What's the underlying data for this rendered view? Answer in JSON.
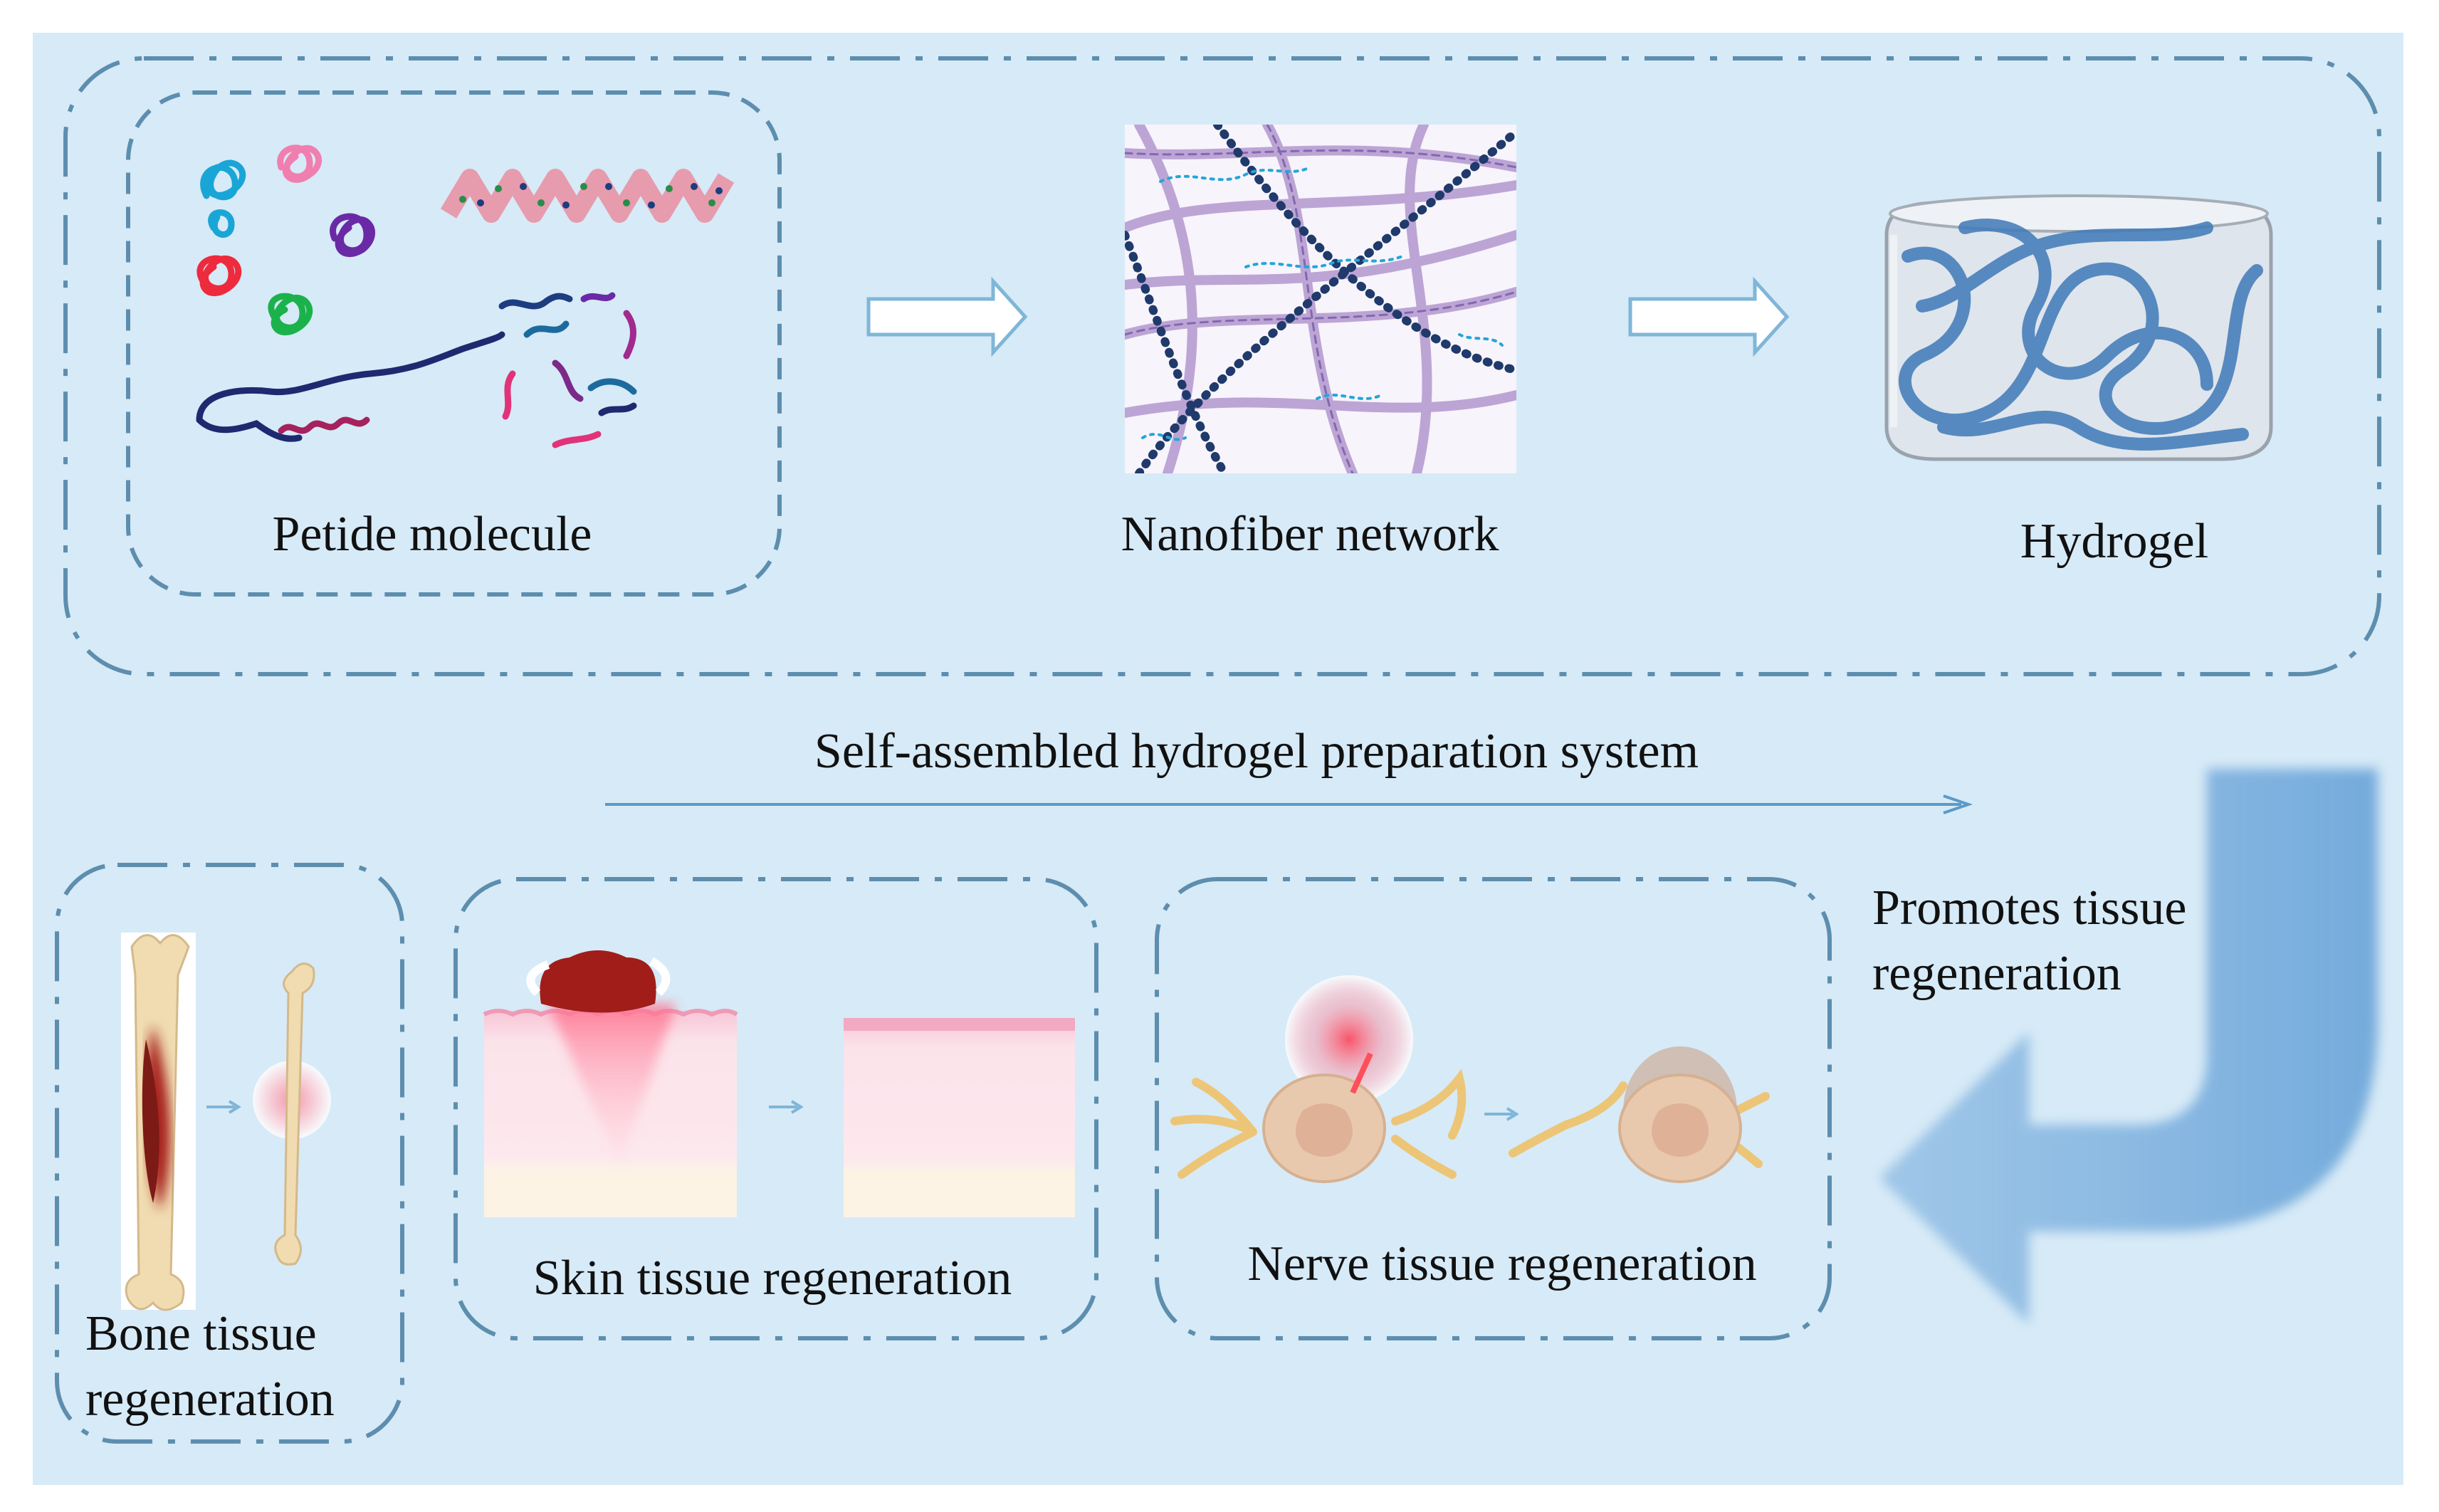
{
  "background_color": "#d7eaf7",
  "accent_color": "#5b8fb0",
  "labels": {
    "peptide": "Petide molecule",
    "nanofiber": "Nanofiber network",
    "hydrogel": "Hydrogel",
    "system": "Self-assembled hydrogel preparation system",
    "promotes_line1": "Promotes tissue",
    "promotes_line2": "regeneration",
    "skin": "Skin tissue regeneration",
    "nerve": "Nerve tissue regeneration",
    "bone_line1": "Bone tissue",
    "bone_line2": "regeneration"
  }
}
